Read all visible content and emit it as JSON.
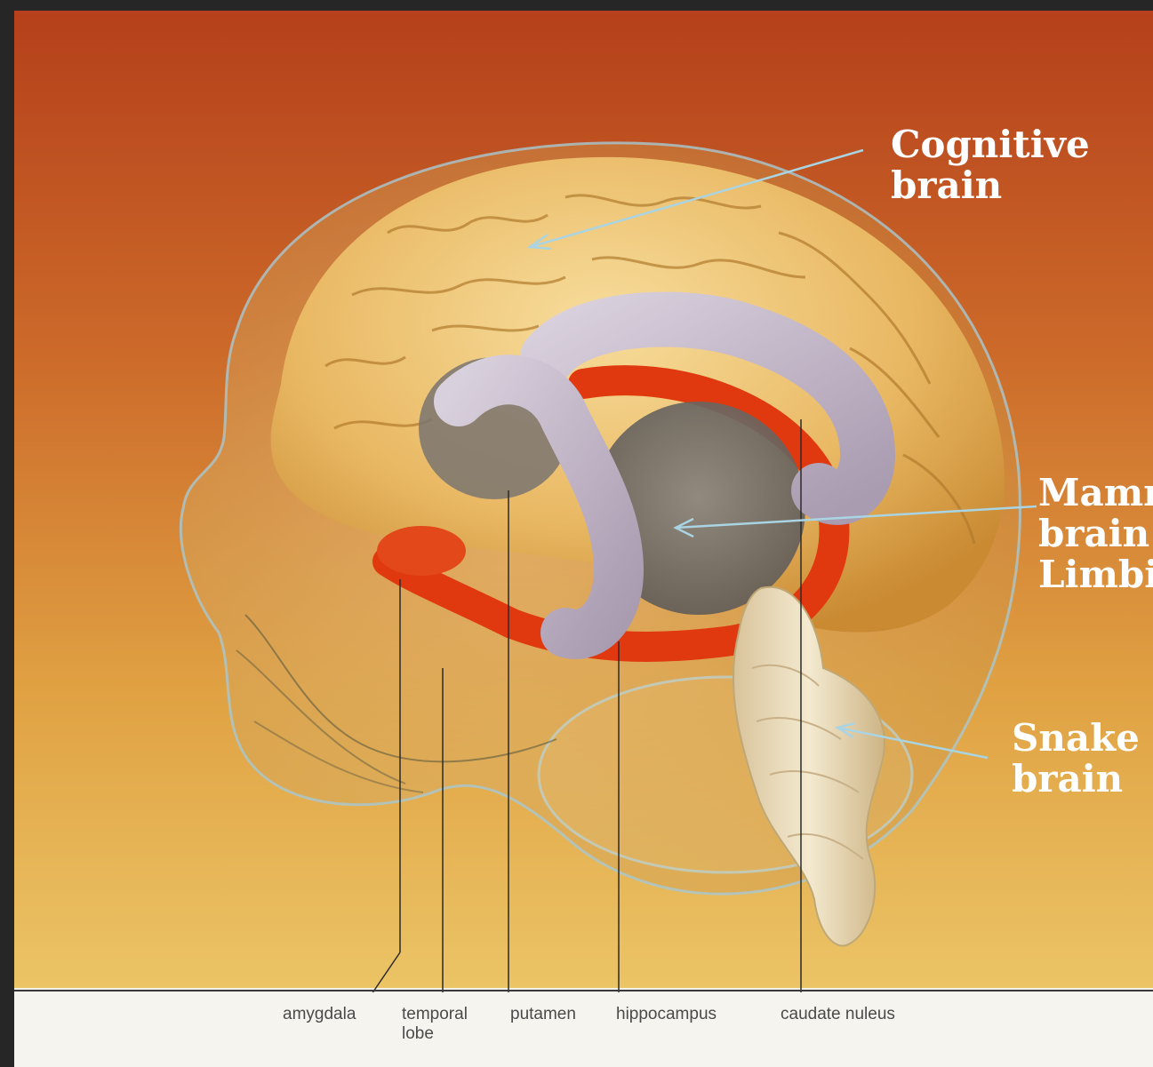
{
  "colors": {
    "background_top": "#b8431c",
    "background_bottom": "#e8b64e",
    "cortex": "#e6b560",
    "limbic_red": "#e23a12",
    "caudate_lilac": "#c9bccb",
    "brainstem": "#efe2c2",
    "pointer_line": "#a9d4e3",
    "label_text": "#ffffff"
  },
  "big_labels": {
    "cognitive": {
      "line1": "Cognitive",
      "line2": "brain"
    },
    "mammal": {
      "line1": "Mamm",
      "line2": "brain",
      "line3": "Limbi"
    },
    "snake": {
      "line1": "Snake",
      "line2": "brain"
    }
  },
  "structure_labels": {
    "amygdala": "amygdala",
    "temporal_line1": "temporal",
    "temporal_line2": "lobe",
    "putamen": "putamen",
    "hippocampus": "hippocampus",
    "caudate": "caudate nuleus"
  }
}
